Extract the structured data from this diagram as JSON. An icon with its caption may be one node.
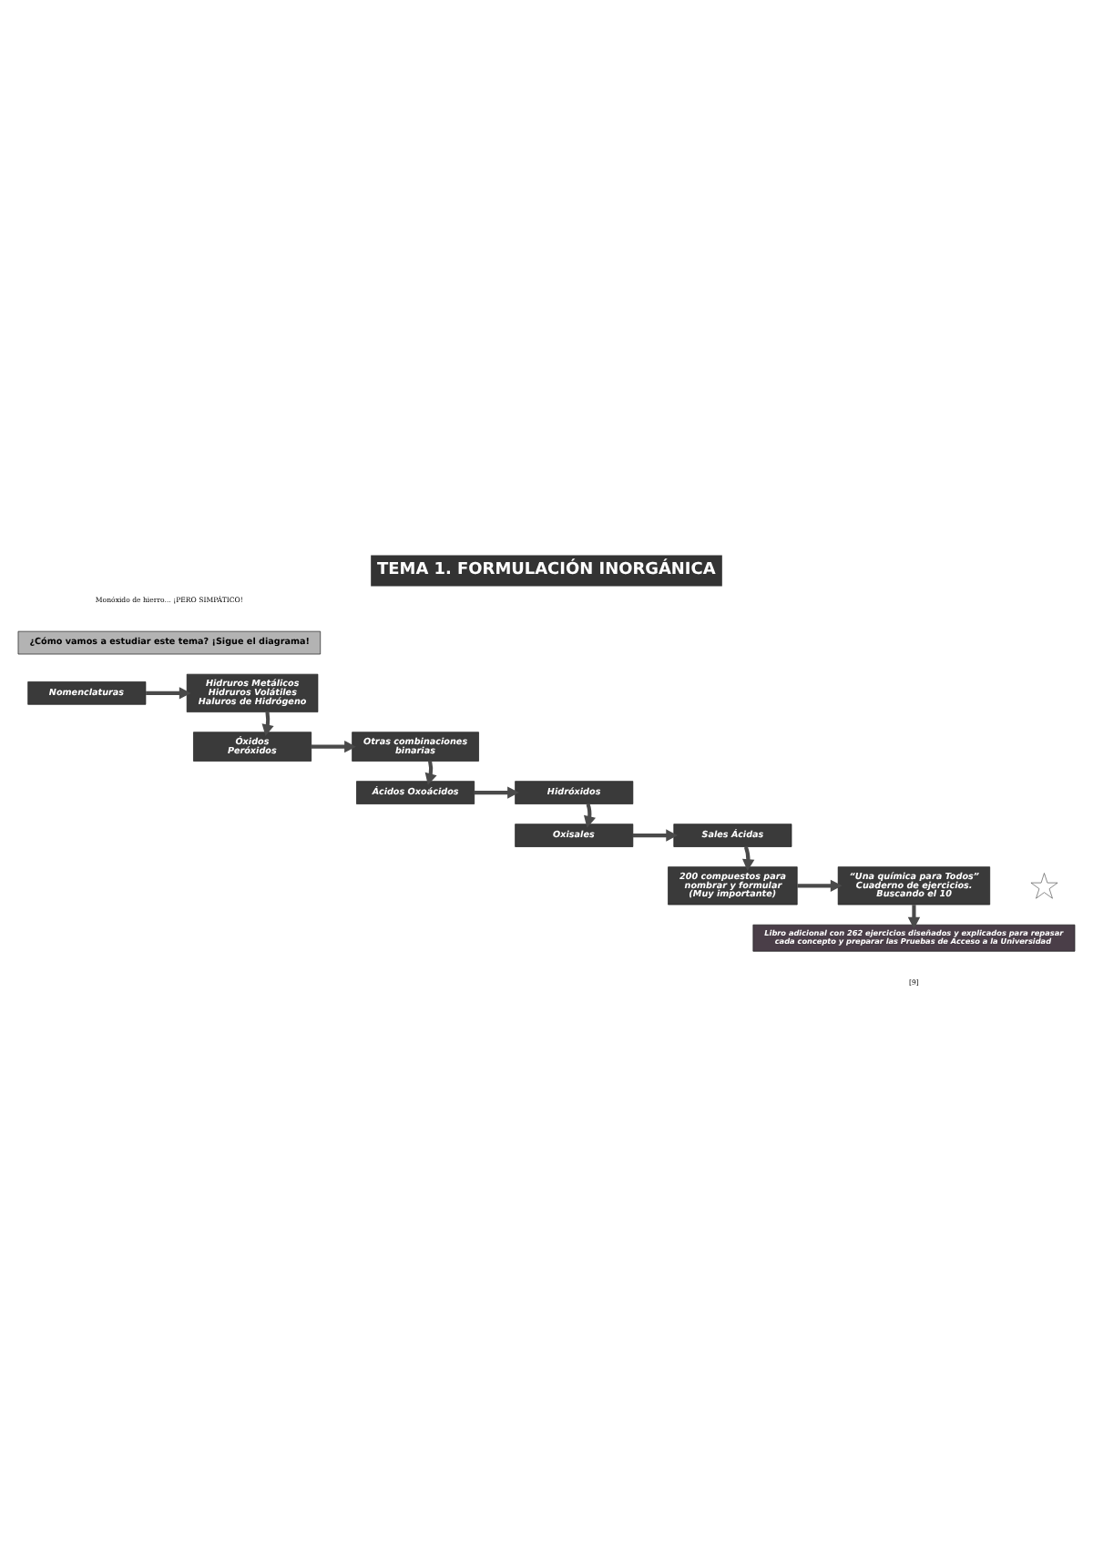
{
  "diagram": {
    "title": "TEMA 1. FORMULACIÓN INORGÁNICA",
    "nodes": [
      {
        "text": [
          "¿Cómo vamos a estudiar este tema? ¡Sigue el diagrama!"
        ]
      },
      {
        "text": [
          "Nomenclaturas"
        ]
      },
      {
        "text": [
          "Hidruros Metálicos",
          "Hidruros Volátiles",
          "Haluros de Hidrógeno"
        ]
      },
      {
        "text": [
          "Óxidos",
          "Peróxidos"
        ]
      },
      {
        "text": [
          "Otras combinaciones binarias"
        ]
      },
      {
        "text": [
          "Ácidos Oxoácidos"
        ]
      },
      {
        "text": [
          "Hidróxidos"
        ]
      },
      {
        "text": [
          "Oxisales"
        ]
      },
      {
        "text": [
          "Sales Ácidas"
        ]
      },
      {
        "text": [
          "200 compuestos para nombrar y formular",
          "(Muy importante)"
        ]
      },
      {
        "text": [],
        "shape": "star"
      },
      {
        "text": [
          "“Una química para Todos”",
          "Cuaderno de ejercicios.",
          "Buscando el 10"
        ]
      },
      {
        "text": [
          "Libro adicional con 262 ejercicios diseñados y explicados para repasar cada concepto y preparar las Pruebas de Acceso a la Universidad"
        ]
      }
    ],
    "edges": [
      {
        "from": 1,
        "to": 2,
        "arrow": "to"
      },
      {
        "from": 2,
        "to": 3,
        "arrow": "to"
      },
      {
        "from": 3,
        "to": 4,
        "arrow": "to"
      },
      {
        "from": 4,
        "to": 5,
        "arrow": "to"
      },
      {
        "from": 5,
        "to": 6,
        "arrow": "to"
      },
      {
        "from": 6,
        "to": 7,
        "arrow": "to"
      },
      {
        "from": 7,
        "to": 8,
        "arrow": "to"
      },
      {
        "from": 8,
        "to": 9,
        "arrow": "to"
      },
      {
        "from": 9,
        "to": 11,
        "arrow": "to"
      },
      {
        "from": 11,
        "to": 12,
        "arrow": "to"
      }
    ],
    "labels": [
      "Monóxido de hierro... ¡PERO SIMPÁTICO!",
      "[9]"
    ]
  }
}
